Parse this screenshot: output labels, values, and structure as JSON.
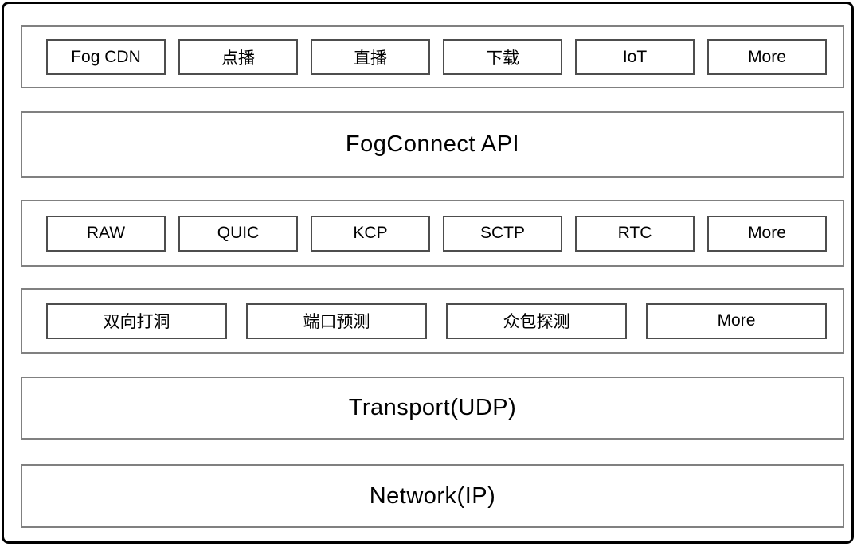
{
  "layers": [
    {
      "id": "applications",
      "kind": "boxes",
      "items": [
        "Fog CDN",
        "点播",
        "直播",
        "下载",
        "IoT",
        "More"
      ]
    },
    {
      "id": "fogconnect-api",
      "kind": "band",
      "label": "FogConnect API"
    },
    {
      "id": "protocols",
      "kind": "boxes",
      "items": [
        "RAW",
        "QUIC",
        "KCP",
        "SCTP",
        "RTC",
        "More"
      ]
    },
    {
      "id": "nat-traversal",
      "kind": "boxes",
      "items": [
        "双向打洞",
        "端口预测",
        "众包探测",
        "More"
      ]
    },
    {
      "id": "transport",
      "kind": "band",
      "label": "Transport(UDP)"
    },
    {
      "id": "network",
      "kind": "band",
      "label": "Network(IP)"
    }
  ],
  "colors": {
    "frame_border": "#000000",
    "container_border": "#808080",
    "box_border": "#4d4d4d",
    "background": "#ffffff",
    "text": "#000000"
  }
}
